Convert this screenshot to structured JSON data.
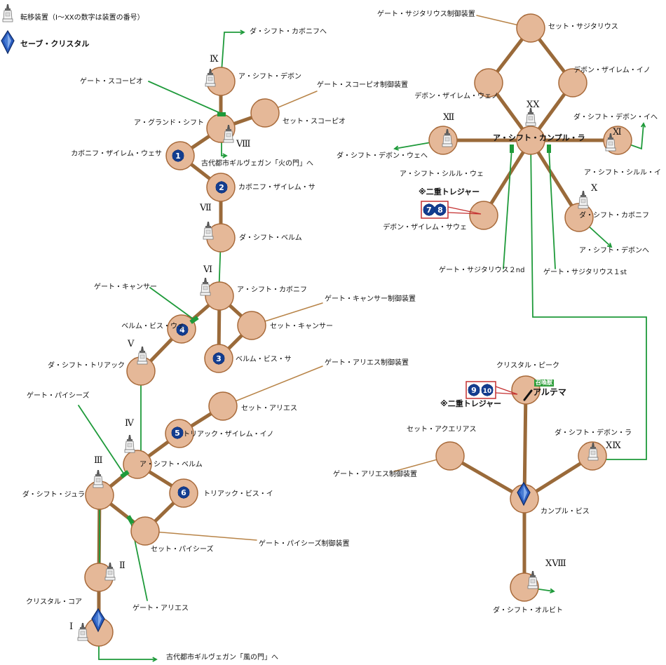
{
  "legend": {
    "teleporter_label": "転移装置（Ⅰ～ⅩⅩの数字は装置の番号）",
    "crystal_label": "セーブ・クリスタル"
  },
  "colors": {
    "node": "#e5b898",
    "node_border": "#a86a3a",
    "edge": "#9a6a3a",
    "route": "#1e9a3a",
    "gate": "#1e9a3a",
    "leader": "#b88448",
    "treasure": "#133d8f",
    "treasure_box": "#c43030"
  },
  "nodes": [
    {
      "id": "a_shift_devon",
      "label": "ア・シフト・デボン"
    },
    {
      "id": "set_scorpio",
      "label": "セット・スコーピオ"
    },
    {
      "id": "a_grand_shift",
      "label": "ア・グランド・シフト"
    },
    {
      "id": "kabonifu_zairemu_uesa",
      "label": "カボニフ・ザイレム・ウェサ"
    },
    {
      "id": "kabonifu_zairemu_sa",
      "label": "カボニフ・ザイレム・サ"
    },
    {
      "id": "da_shift_beryum",
      "label": "ダ・シフト・ベルム"
    },
    {
      "id": "a_shift_kabonifu",
      "label": "ア・シフト・カボニフ"
    },
    {
      "id": "set_cancer",
      "label": "セット・キャンサー"
    },
    {
      "id": "berumu_bisu_ue",
      "label": "ベルム・ビス・ウェ"
    },
    {
      "id": "berumu_bisu_sa",
      "label": "ベルム・ビス・サ"
    },
    {
      "id": "da_shift_toriakku",
      "label": "ダ・シフト・トリアック"
    },
    {
      "id": "set_aries",
      "label": "セット・アリエス"
    },
    {
      "id": "toriakku_zairemu_ino",
      "label": "トリアック・ザイレム・イノ"
    },
    {
      "id": "a_shift_berumu",
      "label": "ア・シフト・ベルム"
    },
    {
      "id": "da_shift_jura",
      "label": "ダ・シフト・ジュラ"
    },
    {
      "id": "toriakku_bisu_i",
      "label": "トリアック・ビス・イ"
    },
    {
      "id": "set_pisces",
      "label": "セット・パイシーズ"
    },
    {
      "id": "crystal_core_upper",
      "label": ""
    },
    {
      "id": "crystal_core",
      "label": "クリスタル・コア"
    },
    {
      "id": "set_sagittarius",
      "label": "セット・サジタリウス"
    },
    {
      "id": "devon_zairemu_ino",
      "label": "デボン・ザイレム・イノ"
    },
    {
      "id": "devon_zairemu_ueno",
      "label": "デボン・ザイレム・ウェノ"
    },
    {
      "id": "a_shift_kanpuru_ra",
      "label": "ア・シフト・カンプル・ラ"
    },
    {
      "id": "a_shift_shiruru_ue",
      "label": "ア・シフト・シルル・ウェ"
    },
    {
      "id": "a_shift_shiruru_i",
      "label": "ア・シフト・シルル・イ"
    },
    {
      "id": "devon_zairemu_saue",
      "label": "デボン・ザイレム・サウェ"
    },
    {
      "id": "da_shift_kabonifu",
      "label": "ダ・シフト・カボニフ"
    },
    {
      "id": "crystal_peak",
      "label": "クリスタル・ピーク"
    },
    {
      "id": "set_aquarius",
      "label": "セット・アクエリアス"
    },
    {
      "id": "da_shift_devon_ra",
      "label": "ダ・シフト・デボン・ラ"
    },
    {
      "id": "kanpuru_bisu",
      "label": "カンプル・ビス"
    },
    {
      "id": "da_shift_orubito",
      "label": "ダ・シフト・オルビト"
    }
  ],
  "edges": [
    [
      "a_shift_devon",
      "a_grand_shift"
    ],
    [
      "set_scorpio",
      "a_grand_shift"
    ],
    [
      "a_grand_shift",
      "kabonifu_zairemu_uesa"
    ],
    [
      "kabonifu_zairemu_uesa",
      "kabonifu_zairemu_sa"
    ],
    [
      "kabonifu_zairemu_sa",
      "da_shift_beryum"
    ],
    [
      "a_shift_kabonifu",
      "set_cancer"
    ],
    [
      "a_shift_kabonifu",
      "berumu_bisu_ue"
    ],
    [
      "a_shift_kabonifu",
      "berumu_bisu_sa"
    ],
    [
      "set_cancer",
      "berumu_bisu_sa"
    ],
    [
      "berumu_bisu_ue",
      "da_shift_toriakku"
    ],
    [
      "set_aries",
      "toriakku_zairemu_ino"
    ],
    [
      "toriakku_zairemu_ino",
      "a_shift_berumu"
    ],
    [
      "a_shift_berumu",
      "da_shift_jura"
    ],
    [
      "a_shift_berumu",
      "toriakku_bisu_i"
    ],
    [
      "toriakku_bisu_i",
      "set_pisces"
    ],
    [
      "da_shift_jura",
      "set_pisces"
    ],
    [
      "da_shift_jura",
      "crystal_core_upper"
    ],
    [
      "crystal_core_upper",
      "crystal_core"
    ],
    [
      "set_sagittarius",
      "devon_zairemu_ino"
    ],
    [
      "set_sagittarius",
      "devon_zairemu_ueno"
    ],
    [
      "devon_zairemu_ino",
      "a_shift_kanpuru_ra"
    ],
    [
      "devon_zairemu_ueno",
      "a_shift_kanpuru_ra"
    ],
    [
      "a_shift_kanpuru_ra",
      "a_shift_shiruru_ue"
    ],
    [
      "a_shift_kanpuru_ra",
      "a_shift_shiruru_i"
    ],
    [
      "a_shift_kanpuru_ra",
      "devon_zairemu_saue"
    ],
    [
      "a_shift_kanpuru_ra",
      "da_shift_kabonifu"
    ],
    [
      "crystal_peak",
      "kanpuru_bisu"
    ],
    [
      "set_aquarius",
      "kanpuru_bisu"
    ],
    [
      "da_shift_devon_ra",
      "kanpuru_bisu"
    ],
    [
      "kanpuru_bisu",
      "da_shift_orubito"
    ]
  ],
  "teleporters": [
    {
      "id": "IX",
      "numeral": "Ⅸ"
    },
    {
      "id": "VIII",
      "numeral": "Ⅷ"
    },
    {
      "id": "VII",
      "numeral": "Ⅶ"
    },
    {
      "id": "VI",
      "numeral": "Ⅵ"
    },
    {
      "id": "V",
      "numeral": "Ⅴ"
    },
    {
      "id": "IV",
      "numeral": "Ⅳ"
    },
    {
      "id": "III",
      "numeral": "Ⅲ"
    },
    {
      "id": "II",
      "numeral": "Ⅱ"
    },
    {
      "id": "I",
      "numeral": "Ⅰ"
    },
    {
      "id": "XX",
      "numeral": "ⅩⅩ"
    },
    {
      "id": "XII",
      "numeral": "Ⅻ"
    },
    {
      "id": "XI",
      "numeral": "Ⅺ"
    },
    {
      "id": "X",
      "numeral": "Ⅹ"
    },
    {
      "id": "XIX",
      "numeral": "ⅩⅨ"
    },
    {
      "id": "XVIII",
      "numeral": "ⅩⅧ"
    }
  ],
  "treasures": [
    {
      "id": "t1",
      "number": "1"
    },
    {
      "id": "t2",
      "number": "2"
    },
    {
      "id": "t3",
      "number": "3"
    },
    {
      "id": "t4",
      "number": "4"
    },
    {
      "id": "t5",
      "number": "5"
    },
    {
      "id": "t6",
      "number": "6"
    },
    {
      "id": "t7",
      "number": "7"
    },
    {
      "id": "t8",
      "number": "8"
    },
    {
      "id": "t9",
      "number": "9"
    },
    {
      "id": "t10",
      "number": "10"
    }
  ],
  "annotations": {
    "da_shift_kabonifu_he": "ダ・シフト・カボニフへ",
    "gate_scorpio": "ゲート・スコーピオ",
    "gate_scorpio_control": "ゲート・スコーピオ制御装置",
    "fire_gate": "古代都市ギルヴェガン「火の門」へ",
    "gate_cancer": "ゲート・キャンサー",
    "gate_cancer_control": "ゲート・キャンサー制御装置",
    "gate_aries_control": "ゲート・アリエス制御装置",
    "gate_pisces": "ゲート・パイシーズ",
    "gate_pisces_control": "ゲート・パイシーズ制御装置",
    "gate_aries": "ゲート・アリエス",
    "wind_gate": "古代都市ギルヴェガン「風の門」へ",
    "gate_sagittarius_control": "ゲート・サジタリウス制御装置",
    "da_shift_devon_i_he": "ダ・シフト・デボン・イへ",
    "da_shift_devon_ue_he": "ダ・シフト・デボン・ウェへ",
    "double_treasure_1": "※二重トレジャー",
    "a_shift_devon_he": "ア・シフト・デボンへ",
    "gate_sagittarius_2nd": "ゲート・サジタリウス２nd",
    "gate_sagittarius_1st": "ゲート・サジタリウス１st",
    "double_treasure_2": "※二重トレジャー",
    "ultema": "アルテマ",
    "ultema_badge": "召喚獣",
    "gate_aries_control_2": "ゲート・アリエス制御装置"
  }
}
